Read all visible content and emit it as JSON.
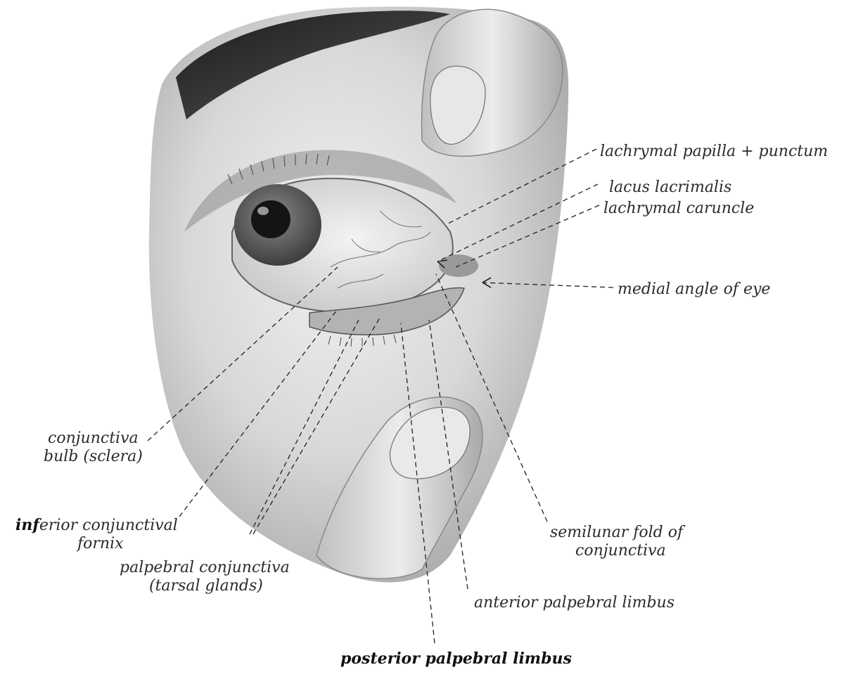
{
  "labels": {
    "lachrymal_papilla": "lachrymal papilla + punctum",
    "lacus_lacrimalis": "lacus lacrimalis",
    "lachrymal_caruncle": "lachrymal caruncle",
    "medial_angle": "medial angle of eye",
    "conjunctiva_bulb_line1": "conjunctiva",
    "conjunctiva_bulb_line2": "bulb (sclera)",
    "inferior_fornix_bold": "inf",
    "inferior_fornix_line1": "erior conjunctival",
    "inferior_fornix_line2": "fornix",
    "palpebral_conjunctiva_line1": "palpebral conjunctiva",
    "palpebral_conjunctiva_line2": "(tarsal glands)",
    "semilunar_line1": "semilunar fold of",
    "semilunar_line2": "conjunctiva",
    "anterior_limbus": "anterior palpebral limbus",
    "posterior_limbus": "posterior palpebral limbus"
  },
  "colors": {
    "skin_light": "#ededed",
    "skin_mid": "#bdbdbd",
    "skin_dark": "#6e6e6e",
    "brow": "#2a2a2a",
    "iris": "#5a5a5a",
    "pupil": "#141414",
    "sclera": "#e6e6e6",
    "vessel": "#7a7a7a"
  }
}
